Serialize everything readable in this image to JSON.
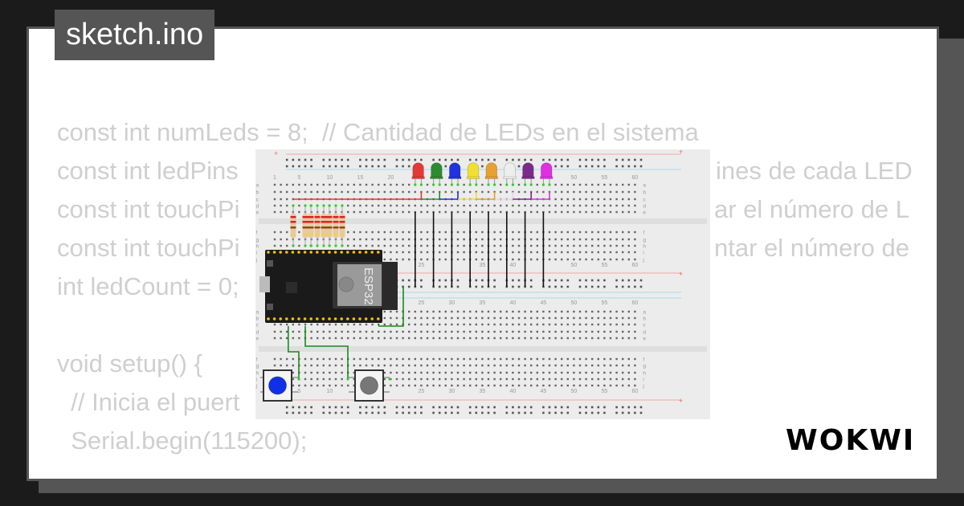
{
  "title": "sketch.ino",
  "code": {
    "lines": [
      {
        "left": "const int numLeds = 8;  // Cantidad de LEDs en el sistema",
        "right": ""
      },
      {
        "left": "const int ledPins",
        "right": "ines de cada LED"
      },
      {
        "left": "const int touchPi",
        "right": "ar el número de L"
      },
      {
        "left": "const int touchPi",
        "right": "ntar el número de"
      },
      {
        "left": "int ledCount = 0;",
        "right": ""
      },
      {
        "left": "",
        "right": ""
      },
      {
        "left": "void setup() {",
        "right": ""
      },
      {
        "left": "  // Inicia el puert",
        "right": ""
      },
      {
        "left": "  Serial.begin(115200);",
        "right": ""
      }
    ]
  },
  "diagram": {
    "mcu_label": "ESP32",
    "row_letters": [
      "a",
      "b",
      "c",
      "d",
      "e",
      "f",
      "g",
      "h",
      "i",
      "j"
    ],
    "column_numbers": [
      "1",
      "5",
      "10",
      "15",
      "20",
      "25",
      "30",
      "35",
      "40",
      "45",
      "50",
      "55",
      "60"
    ],
    "led_colors": [
      "#e53935",
      "#2e8b30",
      "#2233dd",
      "#f2e030",
      "#e8a030",
      "#eeeeee",
      "#7b2a8a",
      "#e030e0"
    ],
    "button_colors": [
      "#1030e8",
      "#777777"
    ],
    "wire_colors": {
      "ground": "#111111",
      "signal": "#1a8a1a"
    }
  },
  "logo": "WOKWI"
}
